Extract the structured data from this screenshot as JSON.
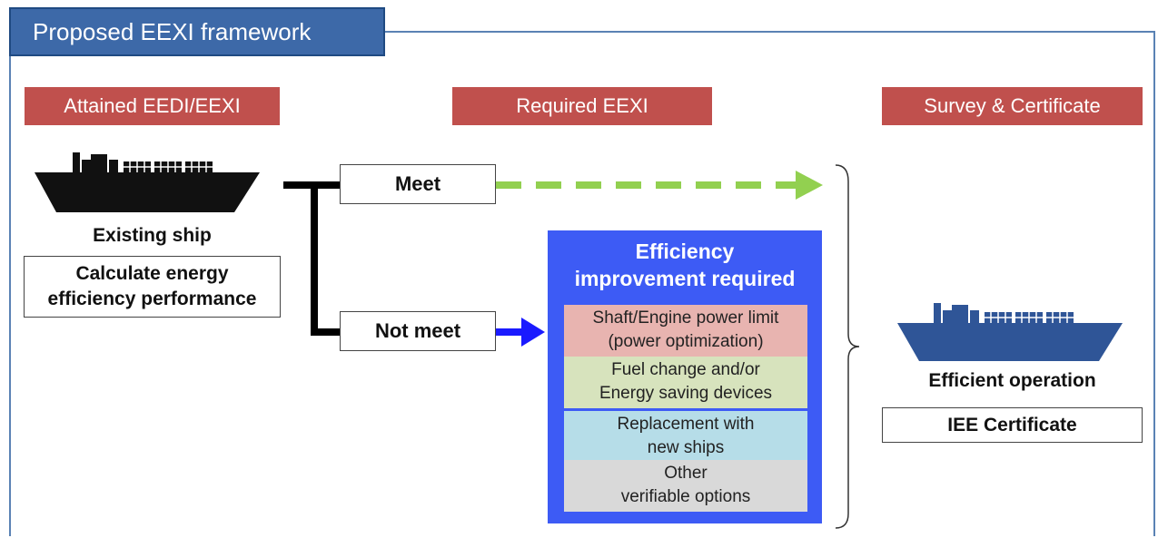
{
  "title": "Proposed EEXI framework",
  "columns": {
    "attained": "Attained EEDI/EEXI",
    "required": "Required EEXI",
    "survey": "Survey & Certificate"
  },
  "existing_ship": {
    "label": "Existing ship",
    "task_line1": "Calculate energy",
    "task_line2": "efficiency performance"
  },
  "branches": {
    "meet": "Meet",
    "not_meet": "Not meet"
  },
  "efficiency": {
    "title_line1": "Efficiency",
    "title_line2": "improvement required",
    "options": [
      {
        "line1": "Shaft/Engine power limit",
        "line2": "(power optimization)",
        "color": "#e8b4b0"
      },
      {
        "line1": "Fuel change and/or",
        "line2": "Energy saving devices",
        "color": "#d7e3bd"
      },
      {
        "line1": "Replacement with",
        "line2": "new ships",
        "color": "#b6dde8"
      },
      {
        "line1": "Other",
        "line2": "verifiable options",
        "color": "#d9d9d9"
      }
    ]
  },
  "result": {
    "label": "Efficient operation",
    "certificate": "IEE Certificate"
  },
  "colors": {
    "header_red": "#c0504d",
    "title_blue": "#3d69a8",
    "panel_blue": "#3d5bf5",
    "meet_arrow": "#92d050",
    "not_meet_arrow": "#1a1aff",
    "ship_black": "#111111",
    "ship_blue": "#2f5597"
  }
}
